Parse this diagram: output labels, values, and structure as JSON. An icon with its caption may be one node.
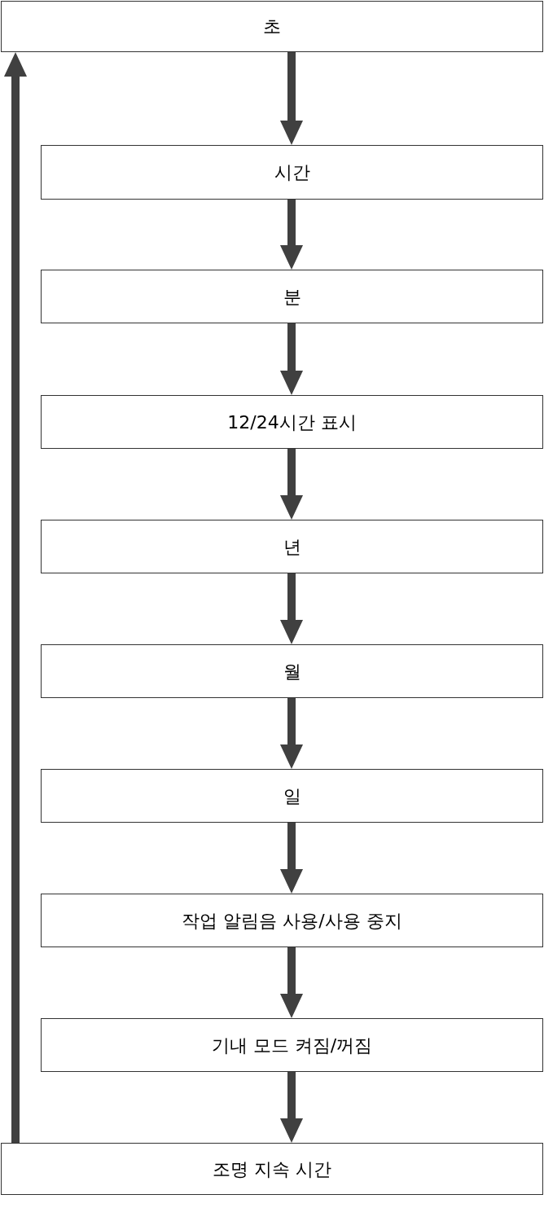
{
  "diagram": {
    "nodes": [
      {
        "text": [
          "초"
        ]
      },
      {
        "text": [
          "시간"
        ]
      },
      {
        "text": [
          "분"
        ]
      },
      {
        "text": [
          "12/24시간 표시"
        ]
      },
      {
        "text": [
          "년"
        ]
      },
      {
        "text": [
          "월"
        ]
      },
      {
        "text": [
          "일"
        ]
      },
      {
        "text": [
          "작업 알림음 사용/사용 중지"
        ]
      },
      {
        "text": [
          "기내 모드 켜짐/꺼짐"
        ]
      },
      {
        "text": [
          "조명 지속 시간"
        ]
      }
    ],
    "edges": [
      {
        "from": 0,
        "to": 1,
        "arrow": "to"
      },
      {
        "from": 1,
        "to": 2,
        "arrow": "to"
      },
      {
        "from": 2,
        "to": 3,
        "arrow": "to"
      },
      {
        "from": 3,
        "to": 4,
        "arrow": "to"
      },
      {
        "from": 4,
        "to": 5,
        "arrow": "to"
      },
      {
        "from": 5,
        "to": 6,
        "arrow": "to"
      },
      {
        "from": 6,
        "to": 7,
        "arrow": "to"
      },
      {
        "from": 7,
        "to": 8,
        "arrow": "to"
      },
      {
        "from": 8,
        "to": 9,
        "arrow": "to"
      },
      {
        "from": 9,
        "to": 0,
        "arrow": "to"
      }
    ]
  }
}
